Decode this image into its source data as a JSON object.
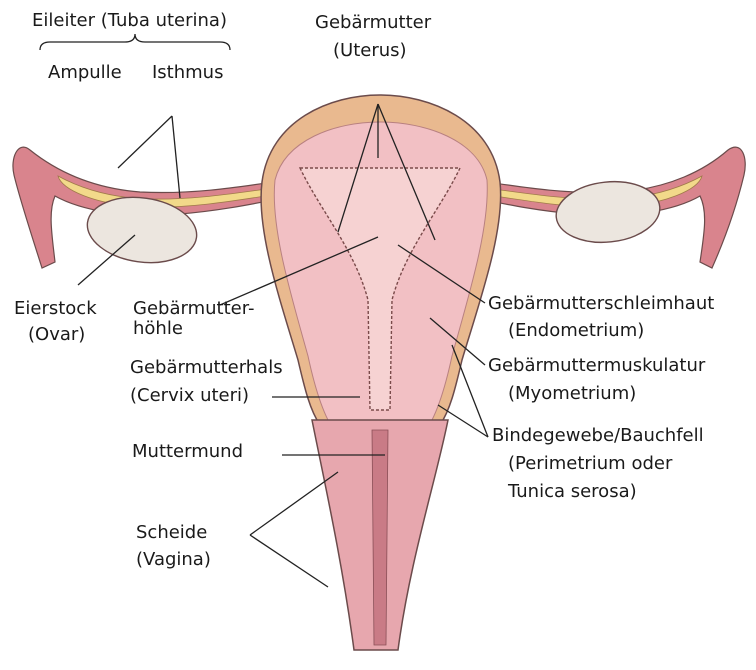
{
  "labels": {
    "eileiter": "Eileiter (Tuba uterina)",
    "ampulle": "Ampulle",
    "isthmus": "Isthmus",
    "gebaermutter": "Gebärmutter",
    "uterus": "(Uterus)",
    "eierstock": "Eierstock",
    "ovar": "(Ovar)",
    "hoehle_1": "Gebärmutter-",
    "hoehle_2": "höhle",
    "hals": "Gebärmutterhals",
    "cervix": "(Cervix uteri)",
    "muttermund": "Muttermund",
    "scheide": "Scheide",
    "vagina": "(Vagina)",
    "schleimhaut": "Gebärmutterschleimhaut",
    "endometrium": "(Endometrium)",
    "muskulatur": "Gebärmuttermuskulatur",
    "myometrium": "(Myometrium)",
    "bindegewebe": "Bindegewebe/Bauchfell",
    "perimetrium": "(Perimetrium oder",
    "serosa": "Tunica serosa)"
  },
  "colors": {
    "serosa": "#e9b98f",
    "myometrium": "#f2c0c4",
    "endometrium": "#f6d2d2",
    "tube_outer": "#d9848d",
    "tube_lumen": "#f2d98a",
    "ovary": "#ece6df",
    "vagina": "#e7a7ae",
    "outline": "#6b4b4b",
    "leader": "#222222"
  }
}
